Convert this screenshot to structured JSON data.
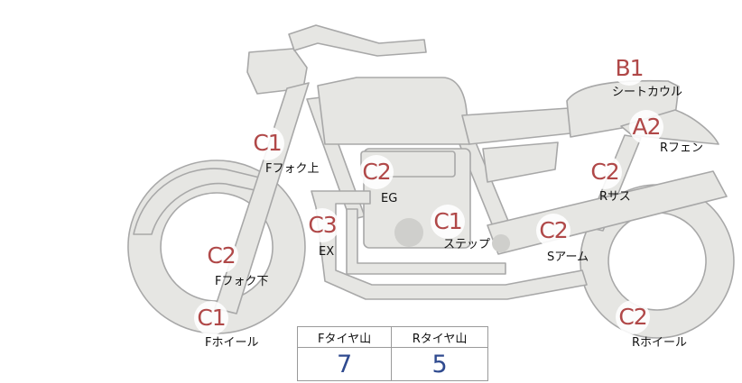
{
  "parts": [
    {
      "id": "seat-cowl",
      "grade": "B1",
      "label": "シートカウル"
    },
    {
      "id": "r-fender",
      "grade": "A2",
      "label": "Rフェン"
    },
    {
      "id": "f-fork-upper",
      "grade": "C1",
      "label": "Fフォク上"
    },
    {
      "id": "engine",
      "grade": "C2",
      "label": "EG"
    },
    {
      "id": "r-suspension",
      "grade": "C2",
      "label": "Rサス"
    },
    {
      "id": "exhaust",
      "grade": "C3",
      "label": "EX"
    },
    {
      "id": "step",
      "grade": "C1",
      "label": "ステップ"
    },
    {
      "id": "swingarm",
      "grade": "C2",
      "label": "Sアーム"
    },
    {
      "id": "f-fork-lower",
      "grade": "C2",
      "label": "Fフォク下"
    },
    {
      "id": "f-wheel",
      "grade": "C1",
      "label": "Fホイール"
    },
    {
      "id": "r-wheel",
      "grade": "C2",
      "label": "Rホイール"
    }
  ],
  "tire_tread": {
    "headers": [
      "Fタイヤ山",
      "Rタイヤ山"
    ],
    "values": [
      "7",
      "5"
    ]
  },
  "colors": {
    "grade_text": "#b04848",
    "tread_value": "#2f4a8f",
    "bike_fill": "#e6e6e3",
    "bike_stroke": "#a8a8a8"
  }
}
